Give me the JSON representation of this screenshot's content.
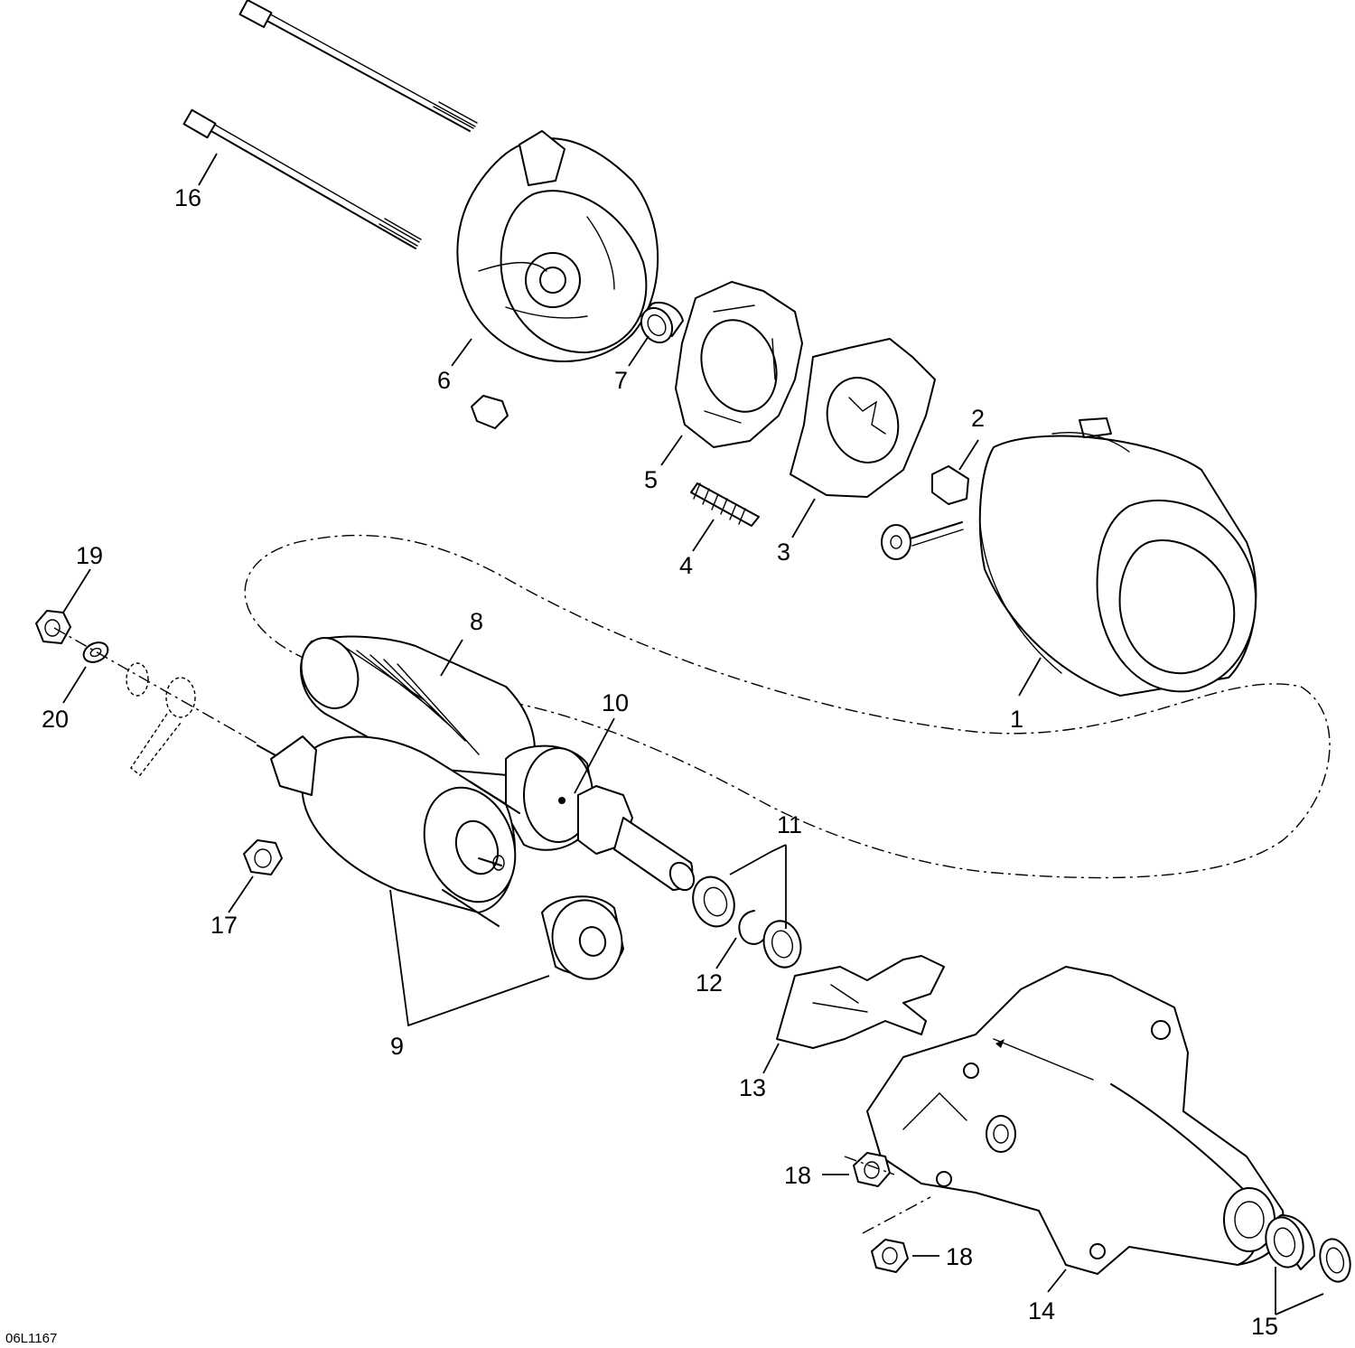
{
  "diagram": {
    "drawing_code": "06L1167",
    "callouts": [
      {
        "id": "c1",
        "label": "1"
      },
      {
        "id": "c2",
        "label": "2"
      },
      {
        "id": "c3",
        "label": "3"
      },
      {
        "id": "c4",
        "label": "4"
      },
      {
        "id": "c5",
        "label": "5"
      },
      {
        "id": "c6",
        "label": "6"
      },
      {
        "id": "c7",
        "label": "7"
      },
      {
        "id": "c8",
        "label": "8"
      },
      {
        "id": "c9",
        "label": "9"
      },
      {
        "id": "c10",
        "label": "10"
      },
      {
        "id": "c11",
        "label": "11"
      },
      {
        "id": "c12",
        "label": "12"
      },
      {
        "id": "c13",
        "label": "13"
      },
      {
        "id": "c14",
        "label": "14"
      },
      {
        "id": "c15",
        "label": "15"
      },
      {
        "id": "c16",
        "label": "16"
      },
      {
        "id": "c17",
        "label": "17"
      },
      {
        "id": "c18a",
        "label": "18"
      },
      {
        "id": "c18b",
        "label": "18"
      },
      {
        "id": "c19",
        "label": "19"
      },
      {
        "id": "c20",
        "label": "20"
      }
    ]
  }
}
